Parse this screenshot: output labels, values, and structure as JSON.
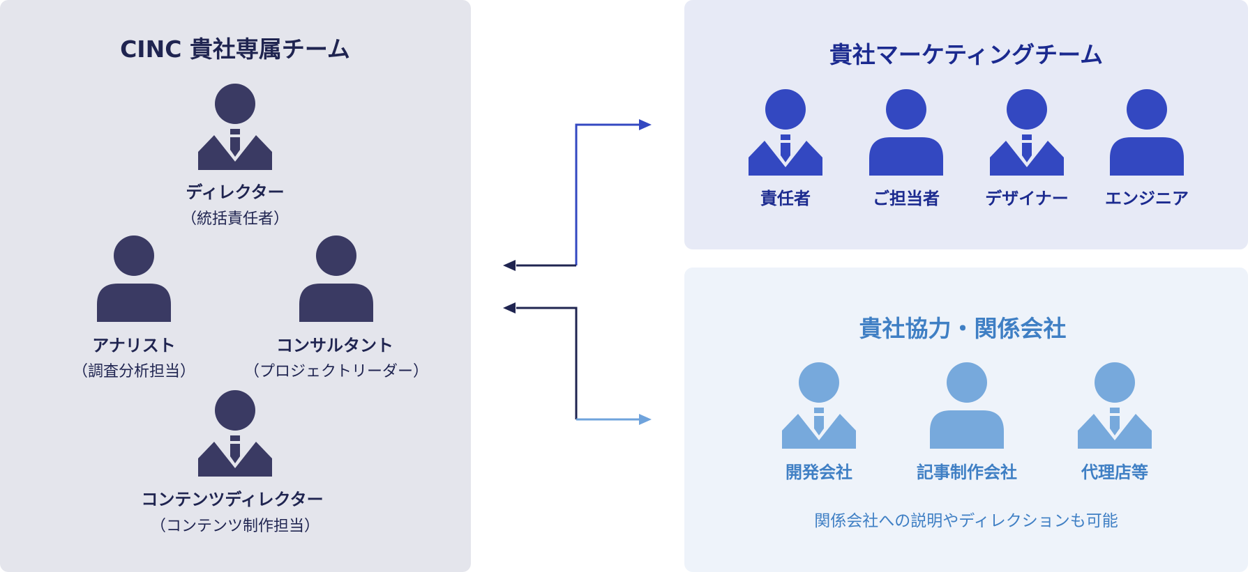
{
  "colors": {
    "cinc": "#3a3a63",
    "marketing": "#3348c1",
    "partner": "#77a9dc",
    "cinc_text": "#1f2450",
    "marketing_text": "#1b2a8f",
    "partner_text": "#3f7fc4",
    "arrow_dark": "#1f2450",
    "arrow_blue": "#3348c1",
    "arrow_light": "#6fa3dc"
  },
  "cinc_team": {
    "title": "CINC 貴社専属チーム",
    "members": [
      {
        "role": "ディレクター",
        "sub": "（統括責任者）",
        "icon": "person-with-tie-icon"
      },
      {
        "role": "アナリスト",
        "sub": "（調査分析担当）",
        "icon": "person-icon"
      },
      {
        "role": "コンサルタント",
        "sub": "（プロジェクトリーダー）",
        "icon": "person-icon"
      },
      {
        "role": "コンテンツディレクター",
        "sub": "（コンテンツ制作担当）",
        "icon": "person-with-tie-icon"
      }
    ]
  },
  "marketing_team": {
    "title": "貴社マーケティングチーム",
    "members": [
      {
        "role": "責任者",
        "icon": "person-with-tie-icon"
      },
      {
        "role": "ご担当者",
        "icon": "person-icon"
      },
      {
        "role": "デザイナー",
        "icon": "person-with-tie-icon"
      },
      {
        "role": "エンジニア",
        "icon": "person-icon"
      }
    ]
  },
  "partners": {
    "title": "貴社協力・関係会社",
    "members": [
      {
        "role": "開発会社",
        "icon": "person-with-tie-icon"
      },
      {
        "role": "記事制作会社",
        "icon": "person-icon"
      },
      {
        "role": "代理店等",
        "icon": "person-with-tie-icon"
      }
    ],
    "note": "関係会社への説明やディレクションも可能"
  }
}
